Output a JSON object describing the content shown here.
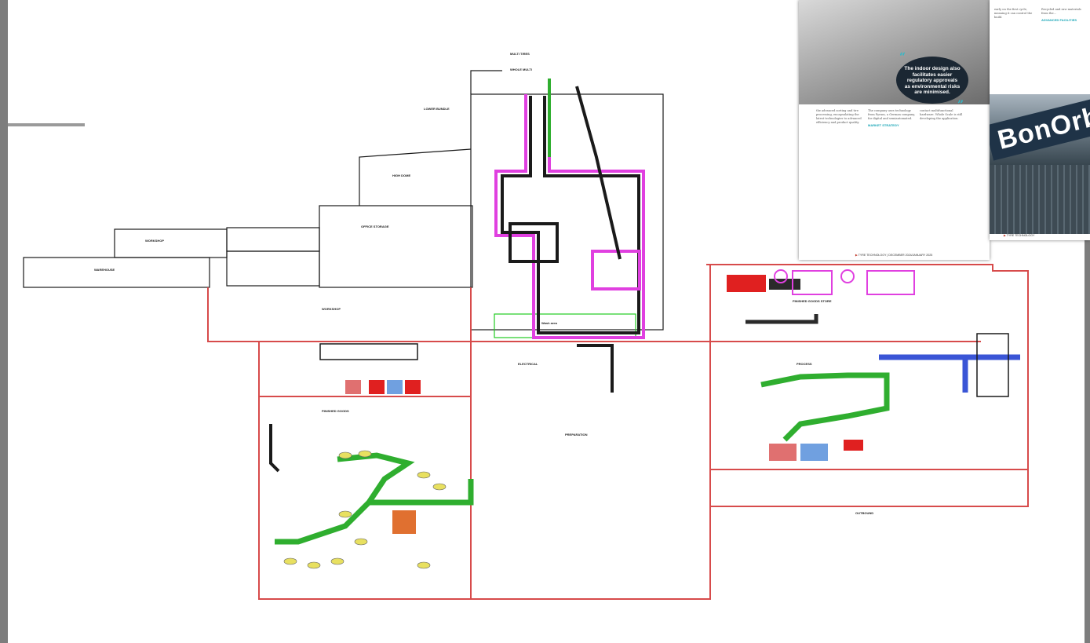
{
  "image_kind": "factory layout plan with magazine page overlay",
  "plan": {
    "area_labels": {
      "multi_tires_upper": "MULTI TIRES",
      "whole_multi": "WHOLE MULTI",
      "lower_bundle": "LOWER BUNDLE",
      "high_dome": "HIGH DOME",
      "workshop": "WORKSHOP",
      "warehouse": "WAREHOUSE",
      "office_storage": "OFFICE STORAGE",
      "workshop_lower": "WORKSHOP",
      "finished_goods": "FINISHED GOODS",
      "preparation": "PREPARATION",
      "wash_separation": "Wash area",
      "process_area": "PROCESS",
      "electrical": "ELECTRICAL",
      "outbound": "OUTBOUND",
      "finished_goods_store": "FINISHED GOODS STORE"
    },
    "colors": {
      "outer_wall": "#d74b4b",
      "structure": "#1a1a1a",
      "equipment_green": "#2fae2f",
      "equipment_magenta": "#e040e0",
      "equipment_blue": "#3a55d6",
      "equipment_yellow": "#e8e060",
      "equipment_red": "#e02020",
      "teal": "#2fb0b8"
    }
  },
  "magazine": {
    "pull_quote": "The indoor design also facilitates easier regulatory approvals as environmental risks are minimised.",
    "subhead_market": "MARKET STRATEGY",
    "subhead_advanced": "ADVANCED FACILITIES",
    "footer_publication": "TYRE TECHNOLOGY",
    "footer_issue": "DECEMBER 2024/JANUARY 2025",
    "footer_publication_right": "TYRE TECHNOLOGY",
    "sign_text": "BonOrbi",
    "body_col1": "the advanced sorting and tire processing, encapsulating the latest technologies to advanced efficiency and product quality.",
    "body_col2": "The company uses technology from Pyrum, a German company, for digital and semiautomated.",
    "body_col3": "contact multifunctional hardware. Whole Scale is still developing the application.",
    "body_col4": "early on the first cycle, meaning it can control the build.",
    "body_col5": "Recycled and raw materials from the..."
  }
}
